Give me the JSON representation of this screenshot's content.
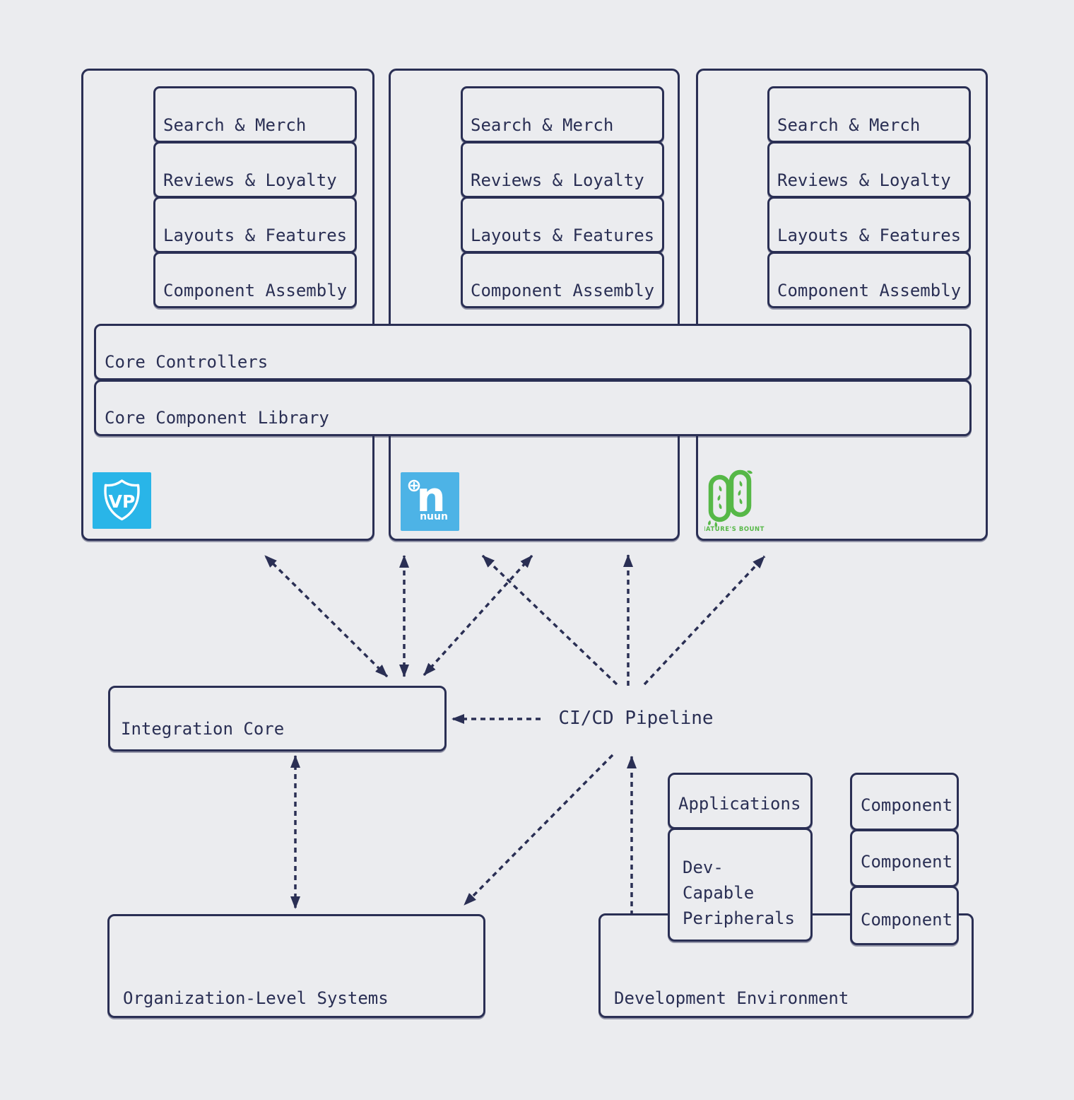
{
  "palette": {
    "background": "#ebecef",
    "ink": "#2a2f54",
    "vp_blue": "#29b5e8",
    "nuun_blue": "#4db3e6",
    "natures_bounty_green": "#56b847"
  },
  "columns": [
    {
      "brand": "vp",
      "modules": [
        "Search & Merch",
        "Reviews & Loyalty",
        "Layouts & Features",
        "Component Assembly"
      ]
    },
    {
      "brand": "nuun",
      "modules": [
        "Search & Merch",
        "Reviews & Loyalty",
        "Layouts & Features",
        "Component Assembly"
      ]
    },
    {
      "brand": "natures-bounty",
      "modules": [
        "Search & Merch",
        "Reviews & Loyalty",
        "Layouts & Features",
        "Component Assembly"
      ]
    }
  ],
  "shared": {
    "bar1": "Core Controllers",
    "bar2": "Core Component Library"
  },
  "logos": {
    "vp": {
      "monogram": "VP"
    },
    "nuun": {
      "letter": "n",
      "wordmark": "nuun"
    },
    "natures_bounty": {
      "wordmark": "NATURE'S BOUNTY"
    }
  },
  "middle": {
    "integration_core": "Integration Core",
    "cicd": "CI/CD Pipeline"
  },
  "bottom": {
    "org_systems": "Organization-Level Systems",
    "dev_env": "Development Environment",
    "applications": "Applications",
    "dev_capable": "Dev-\nCapable\nPeripherals",
    "components": [
      "Component",
      "Component",
      "Component"
    ]
  }
}
